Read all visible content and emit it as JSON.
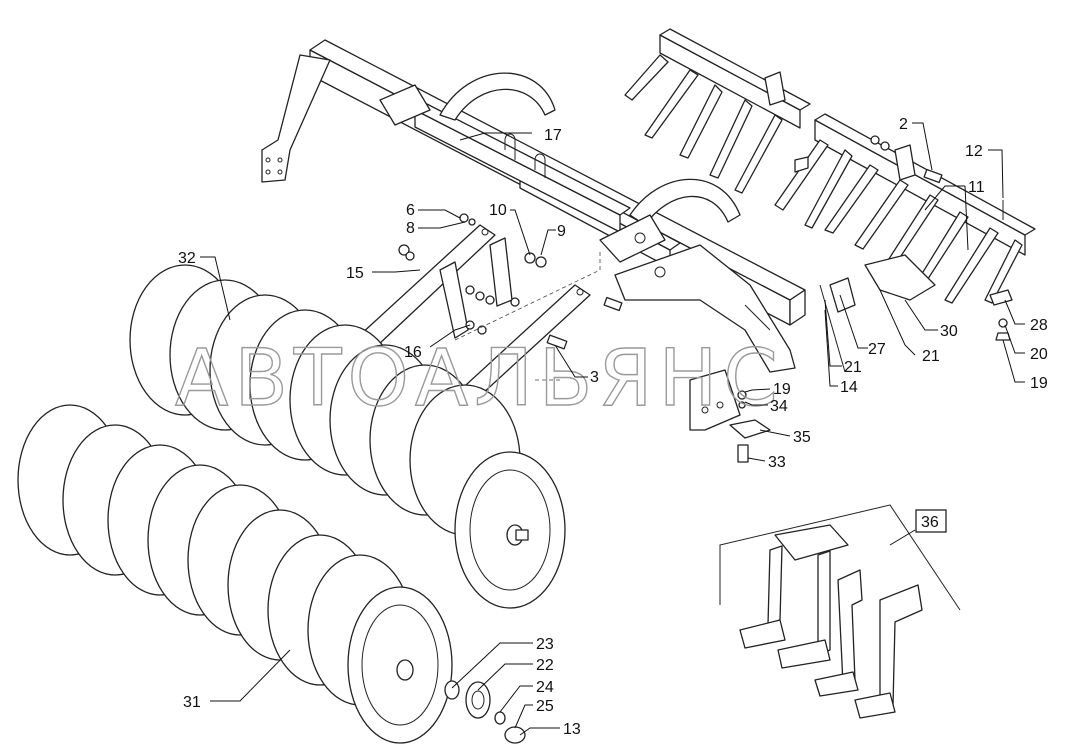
{
  "diagram": {
    "labels": {
      "p2": "2",
      "p3": "3",
      "p6": "6",
      "p8": "8",
      "p9": "9",
      "p10": "10",
      "p11": "11",
      "p12": "12",
      "p13": "13",
      "p14": "14",
      "p15": "15",
      "p16": "16",
      "p17": "17",
      "p19a": "19",
      "p19b": "19",
      "p20": "20",
      "p21a": "21",
      "p21b": "21",
      "p22": "22",
      "p23": "23",
      "p24": "24",
      "p25": "25",
      "p27": "27",
      "p28": "28",
      "p30": "30",
      "p31": "31",
      "p32": "32",
      "p33": "33",
      "p34": "34",
      "p35": "35",
      "p36": "36"
    },
    "watermark": "АВТОАЛЬЯНС",
    "colors": {
      "line": "#222222",
      "background": "#ffffff",
      "watermark": "#9a9a9a"
    }
  }
}
